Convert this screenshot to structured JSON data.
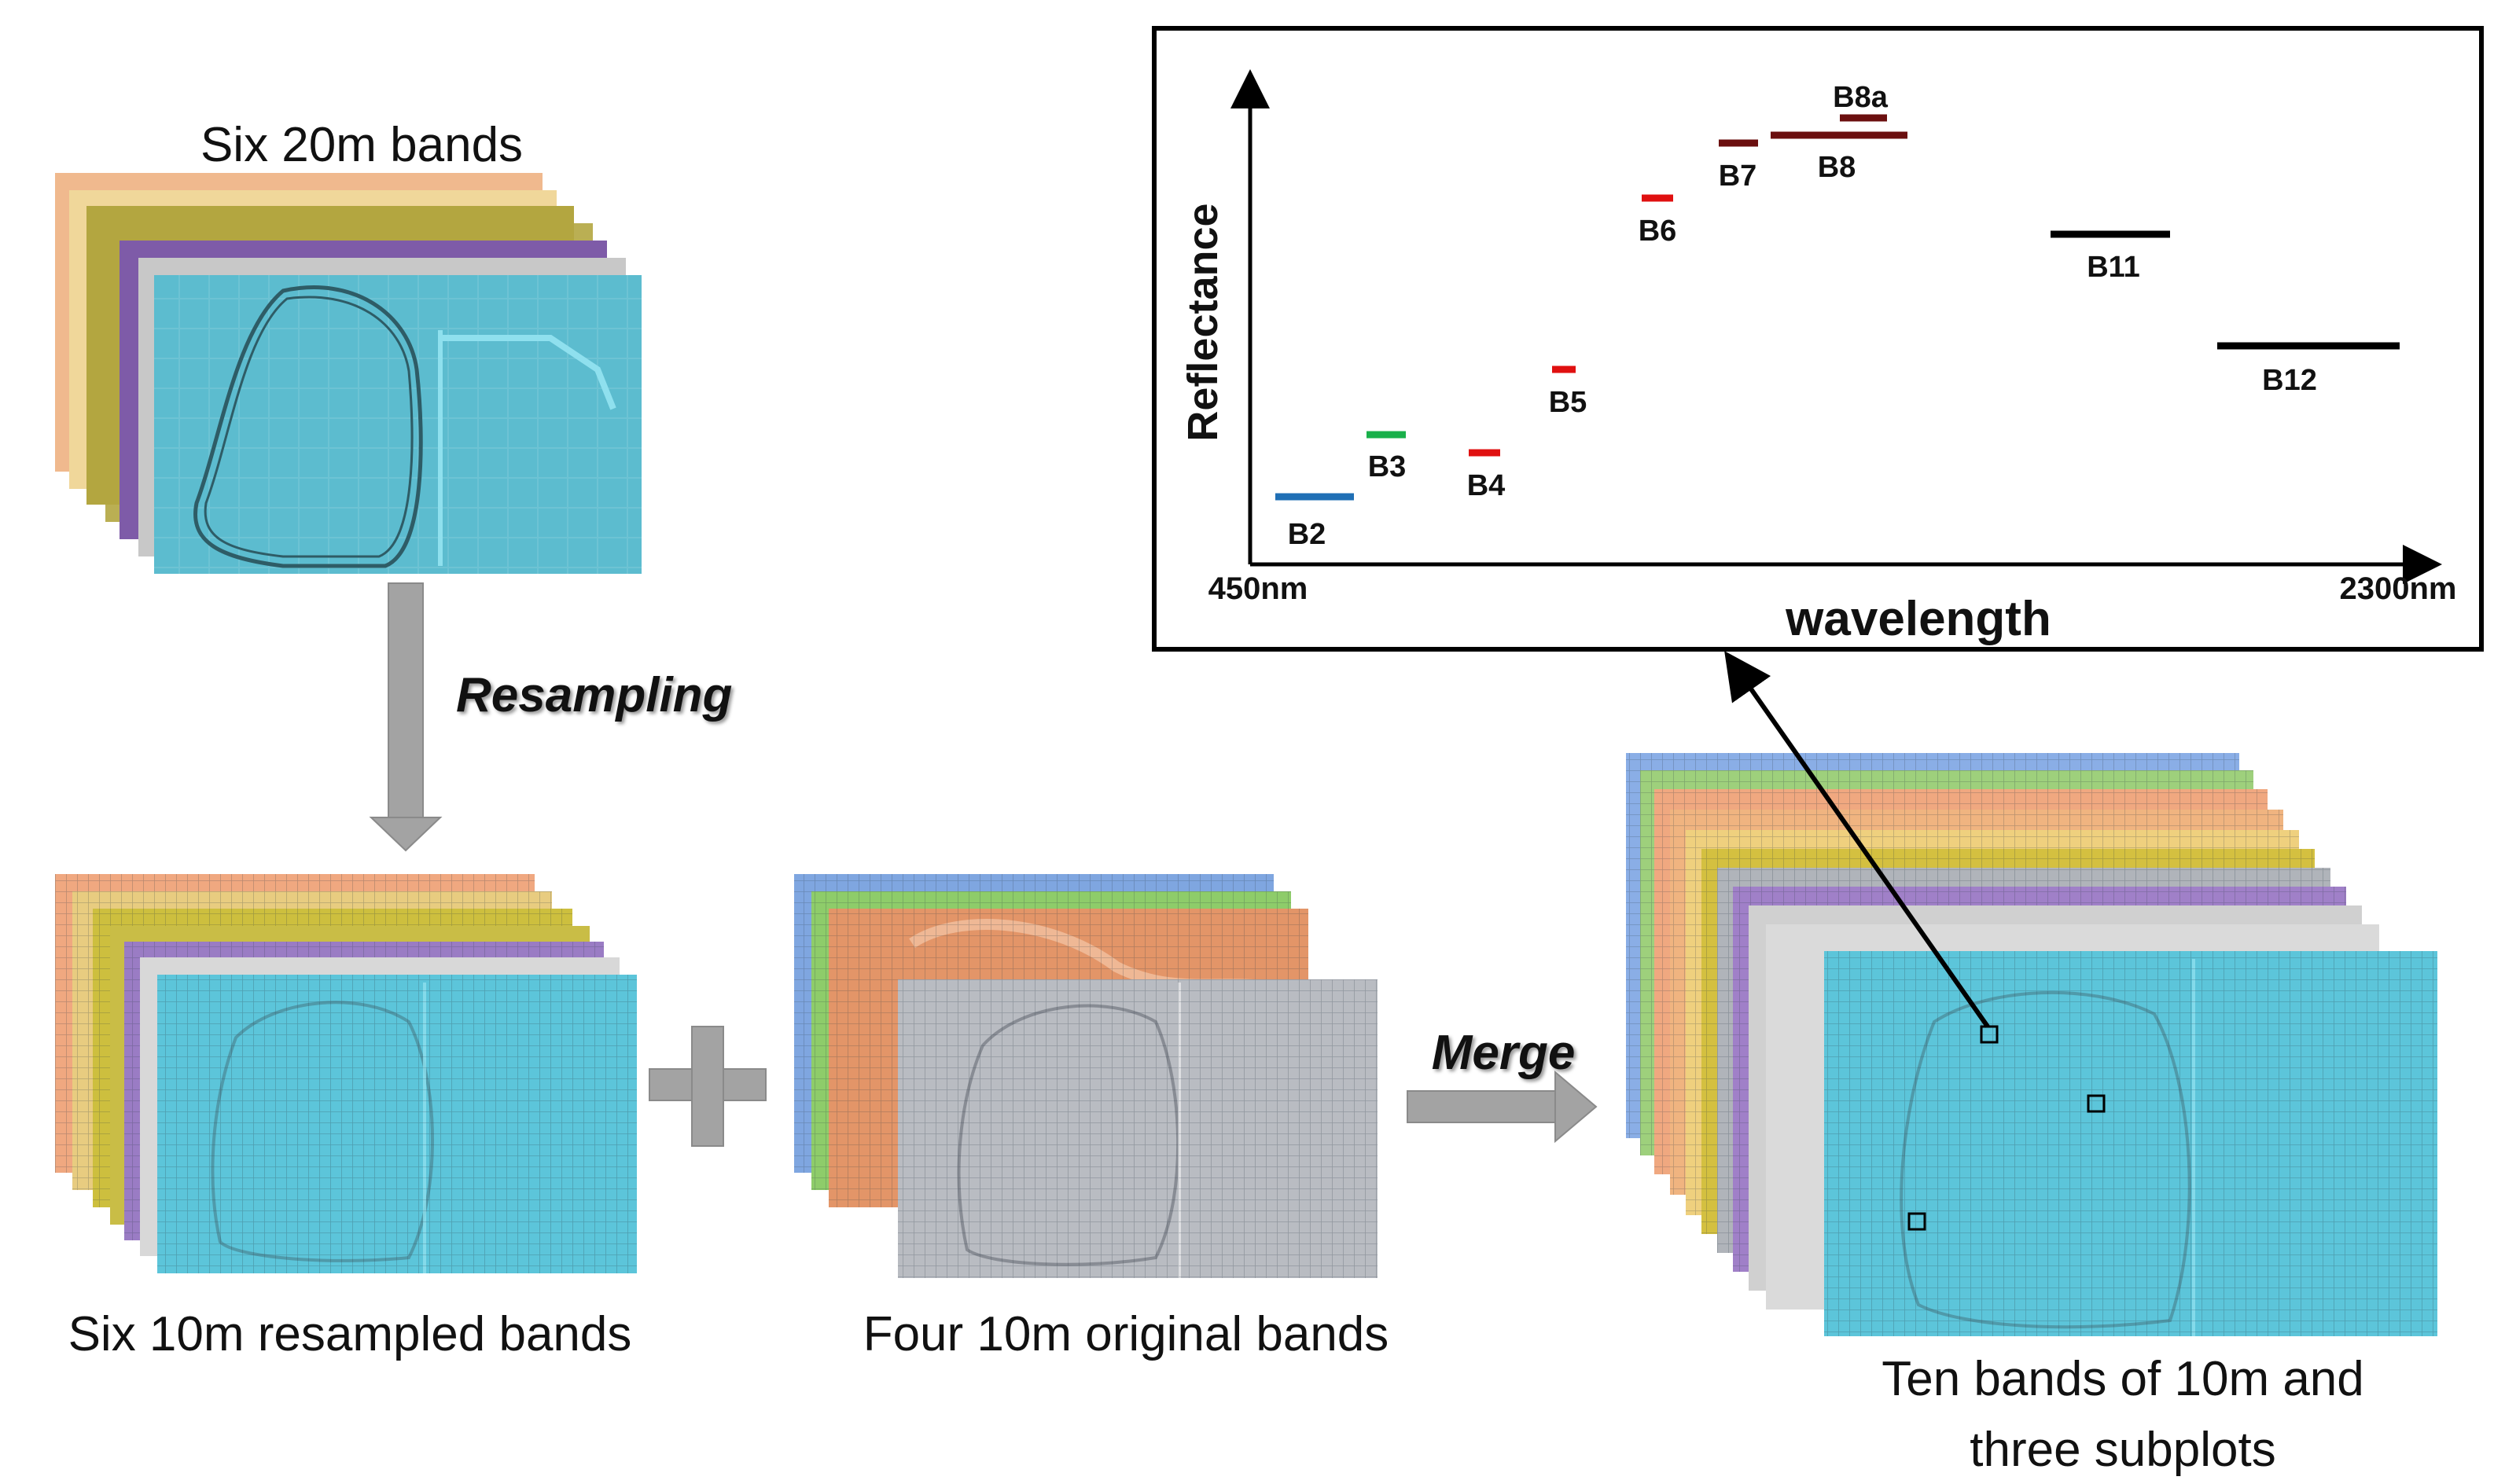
{
  "captions": {
    "six_20m": "Six 20m bands",
    "six_10m": "Six 10m resampled bands",
    "four_10m": "Four 10m original bands",
    "ten_bands_line1": "Ten bands of 10m and",
    "ten_bands_line2": "three subplots"
  },
  "actions": {
    "resampling": "Resampling",
    "merge": "Merge"
  },
  "spectrum": {
    "y_label": "Reflectance",
    "x_label": "wavelength",
    "x_min_label": "450nm",
    "x_max_label": "2300nm",
    "bands": [
      {
        "label": "B2",
        "color": "#1f6fb5"
      },
      {
        "label": "B3",
        "color": "#19b04a"
      },
      {
        "label": "B4",
        "color": "#e01010"
      },
      {
        "label": "B5",
        "color": "#e01010"
      },
      {
        "label": "B6",
        "color": "#e01010"
      },
      {
        "label": "B7",
        "color": "#6b0f0f"
      },
      {
        "label": "B8",
        "color": "#6b0f0f"
      },
      {
        "label": "B8a",
        "color": "#6b0f0f"
      },
      {
        "label": "B11",
        "color": "#000000"
      },
      {
        "label": "B12",
        "color": "#000000"
      }
    ]
  },
  "colors": {
    "arrow_gray": "#a3a3a3",
    "cyan_band": "#5cc5da",
    "gray_band": "#b9bcc2",
    "orange_band": "#e39568"
  }
}
